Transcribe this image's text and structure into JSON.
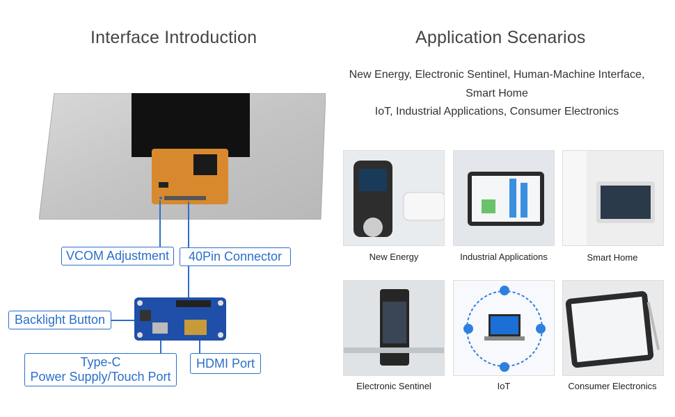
{
  "left": {
    "title": "Interface Introduction",
    "callouts": {
      "vcom": "VCOM Adjustment",
      "pin40": "40Pin Connector",
      "backlight": "Backlight Button",
      "typec_line1": "Type-C",
      "typec_line2": "Power Supply/Touch Port",
      "hdmi": "HDMI Port"
    },
    "accent_color": "#2a6fc9"
  },
  "right": {
    "title": "Application Scenarios",
    "intro_lines": [
      "New Energy, Electronic Sentinel, Human-Machine Interface,",
      "Smart Home",
      "IoT, Industrial Applications, Consumer Electronics"
    ],
    "scenarios": [
      {
        "label": "New Energy"
      },
      {
        "label": "Industrial Applications"
      },
      {
        "label": "Smart Home"
      },
      {
        "label": "Electronic Sentinel"
      },
      {
        "label": "IoT"
      },
      {
        "label": "Consumer Electronics"
      }
    ]
  }
}
